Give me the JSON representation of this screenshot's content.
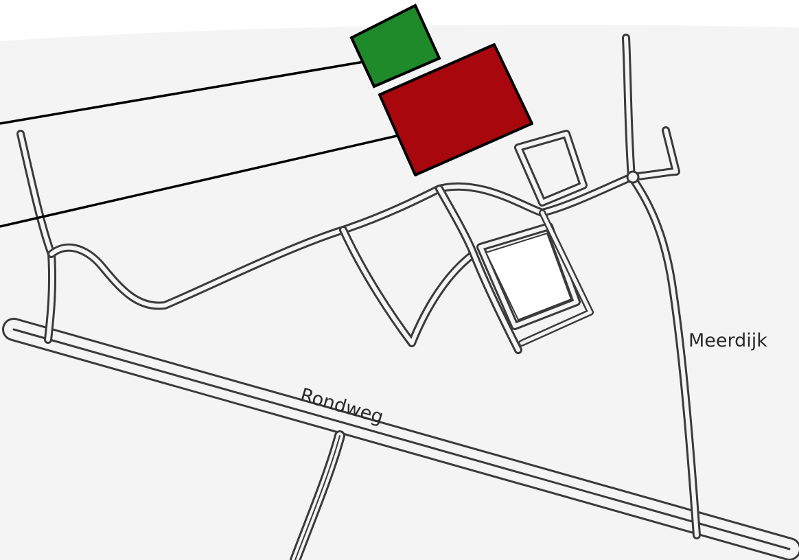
{
  "map": {
    "background_color": "#f4f4f4",
    "road_outline_color": "#3a3a3a",
    "road_labels": {
      "rondweg": "Rondweg",
      "meerdijk": "Meerdijk"
    },
    "markers": [
      {
        "name": "green-building",
        "color": "#1e8a2a",
        "outline": "#000000"
      },
      {
        "name": "red-building",
        "color": "#a8070d",
        "outline": "#000000"
      }
    ]
  }
}
